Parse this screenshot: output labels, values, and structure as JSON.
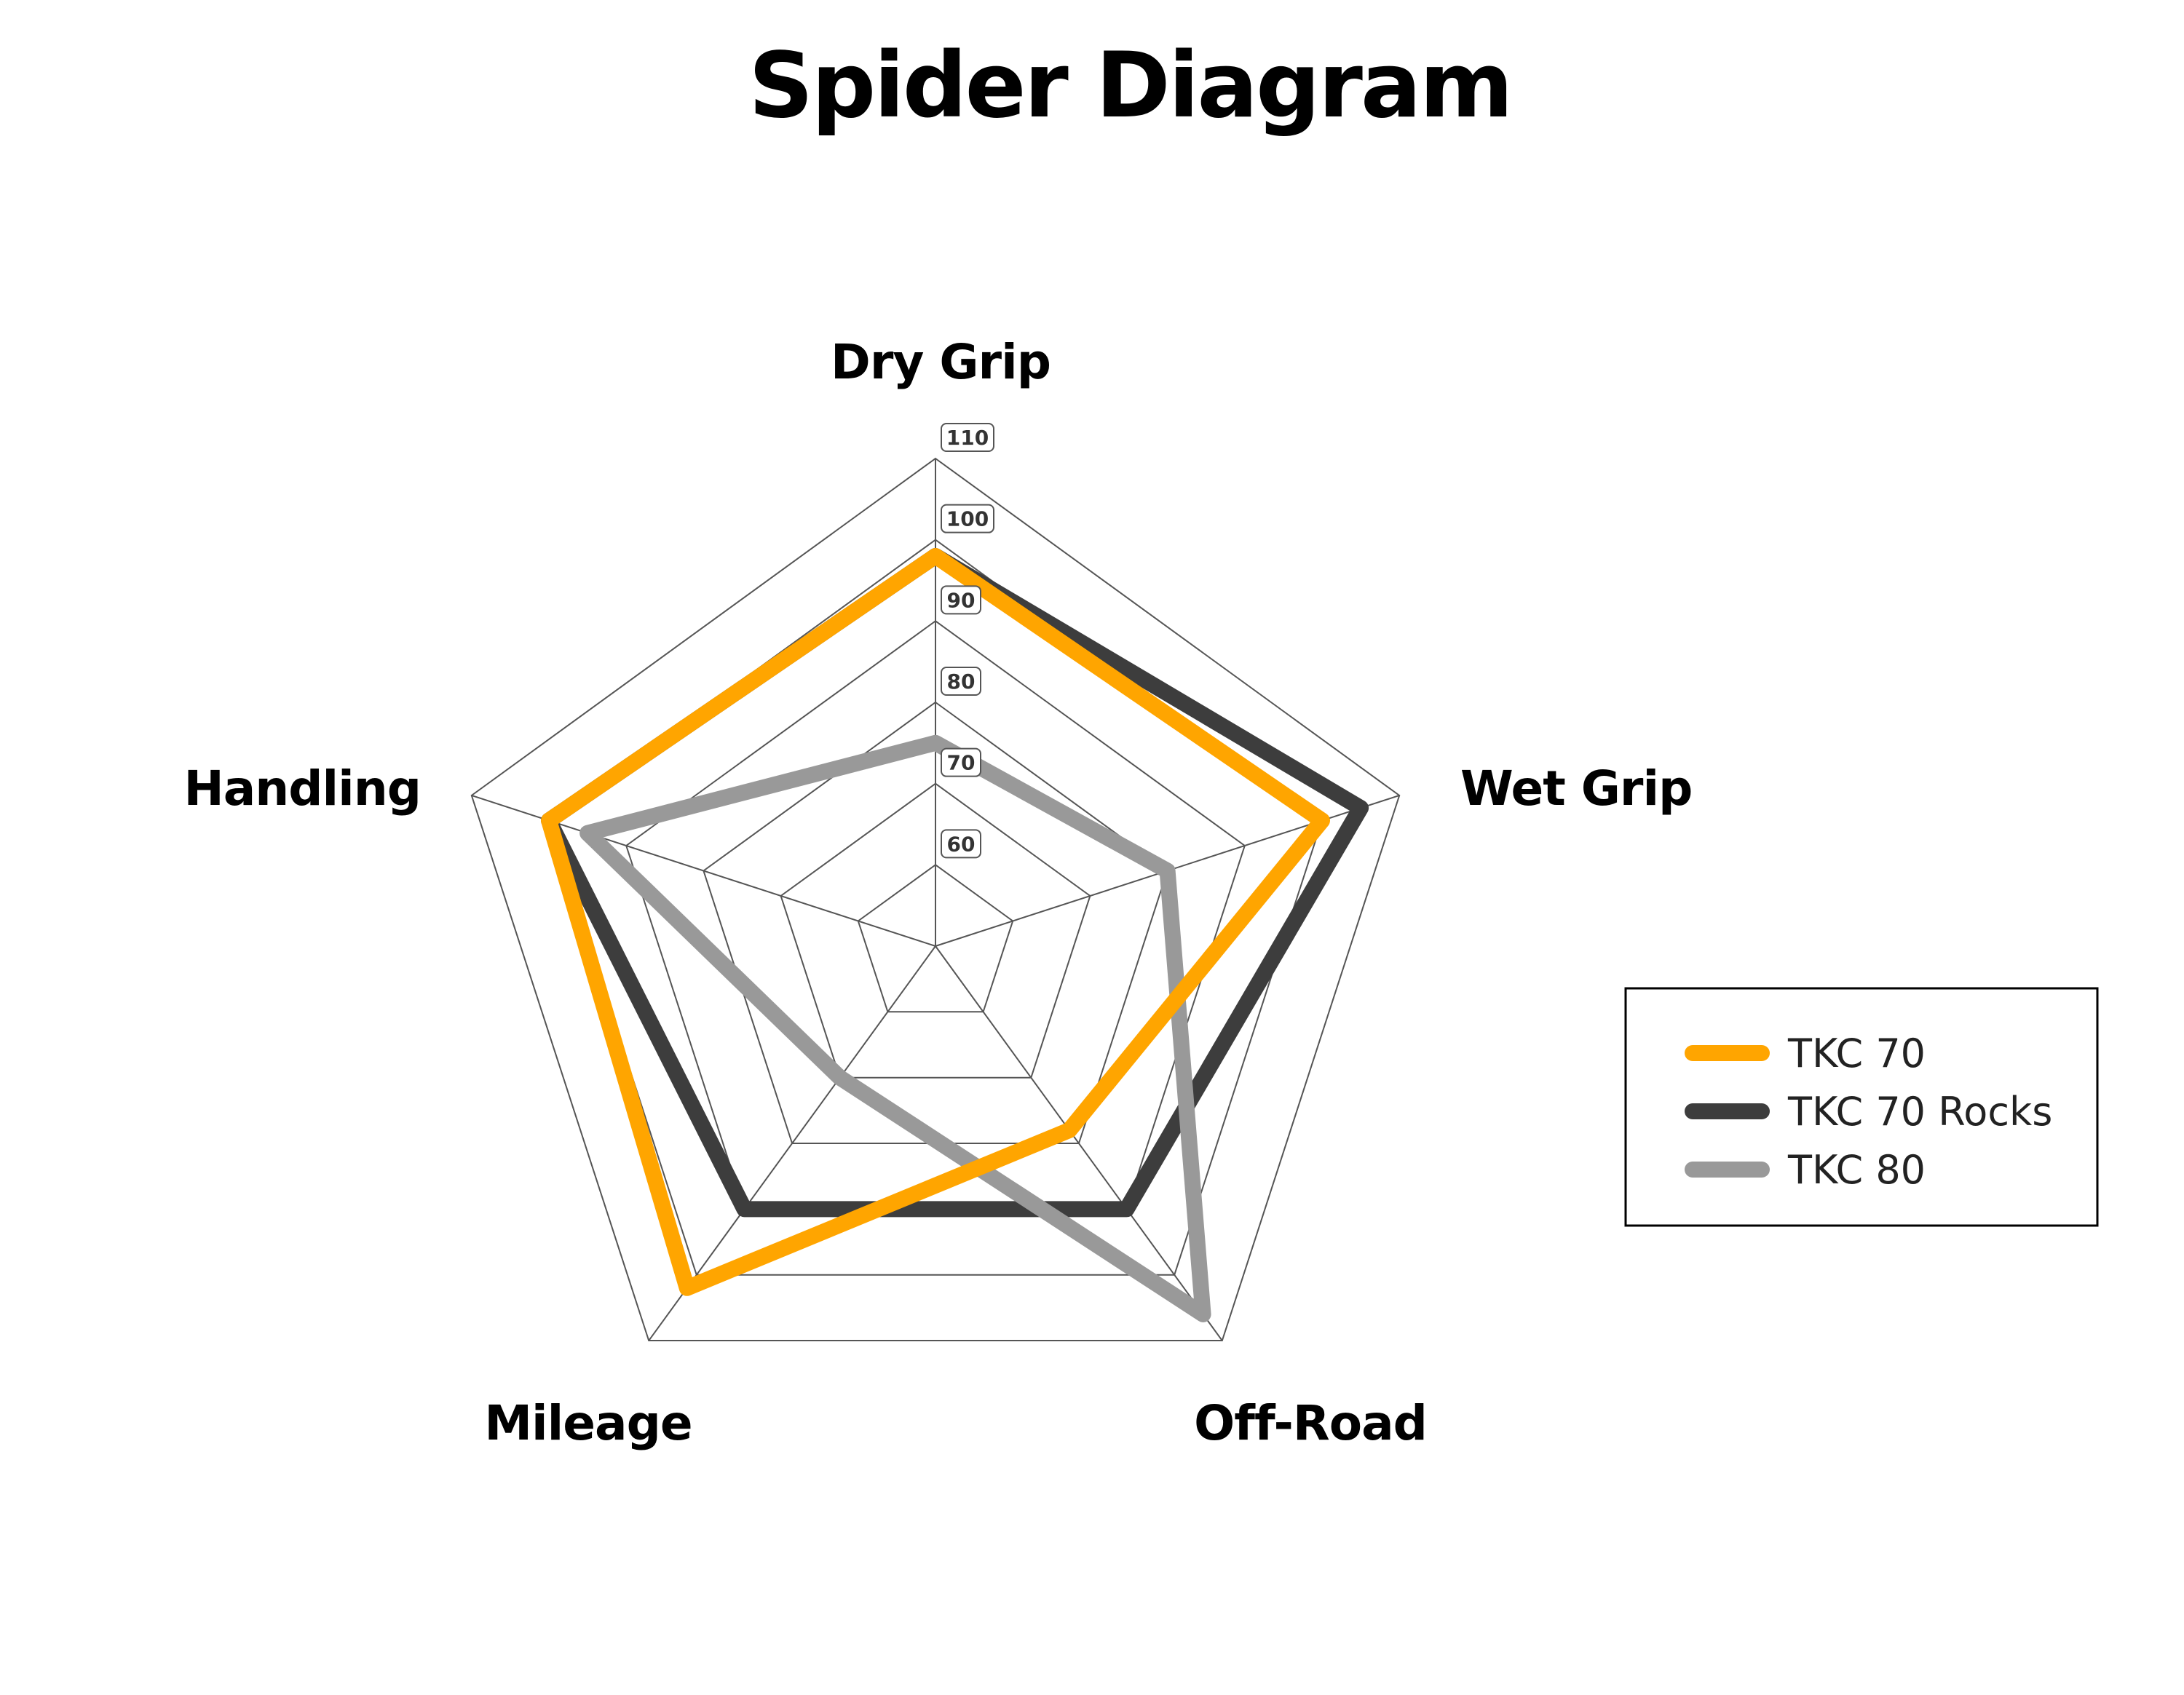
{
  "chart_data": {
    "type": "radar",
    "title": "Spider Diagram",
    "axes": [
      "Dry Grip",
      "Wet Grip",
      "Off-Road",
      "Mileage",
      "Handling"
    ],
    "range": [
      50,
      110
    ],
    "ticks": [
      60,
      70,
      80,
      90,
      100,
      110
    ],
    "grid": true,
    "legend": "right",
    "series": [
      {
        "name": "TKC 70 Rocks",
        "color": "#3d3d3d",
        "values": [
          98,
          105,
          90,
          90,
          100
        ]
      },
      {
        "name": "TKC 80",
        "color": "#999999",
        "values": [
          75,
          80,
          106,
          70,
          95
        ]
      },
      {
        "name": "TKC 70",
        "color": "#ffa500",
        "values": [
          98,
          100,
          78,
          102,
          100
        ]
      }
    ]
  }
}
